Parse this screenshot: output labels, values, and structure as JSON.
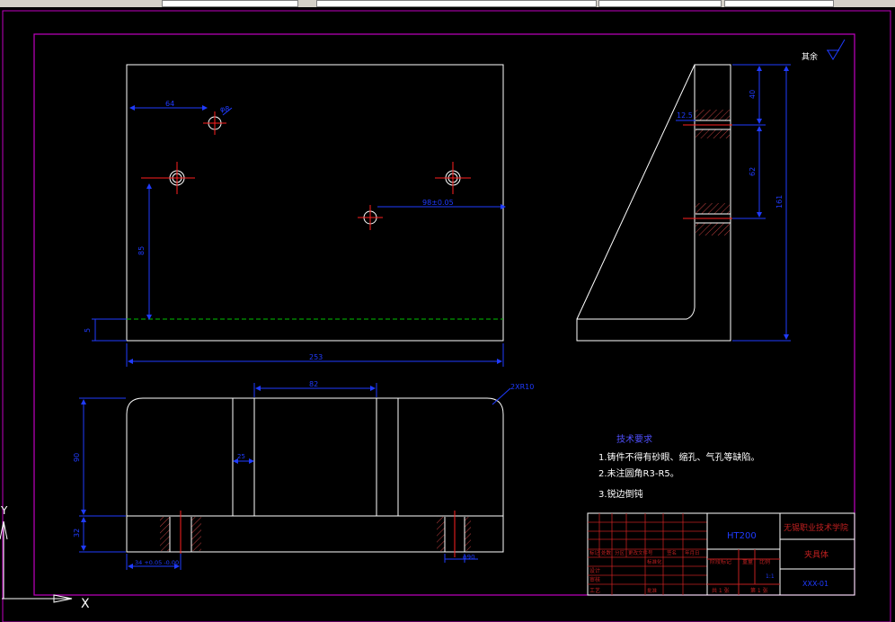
{
  "colors": {
    "background": "#000000",
    "frame": "#c000c0",
    "outline": "#ffffff",
    "dimension": "#1f3bff",
    "centerline": "#ff2020",
    "hatch": "#c04040",
    "datum": "#00c000",
    "tech_title": "#5050ff"
  },
  "surface_mark": "其余",
  "dimensions": {
    "front_top_left": "64",
    "front_hole_diam": "φ8",
    "front_right": "98±0.05",
    "front_height": "85",
    "front_small": "5",
    "front_width": "253",
    "side_upper": "40",
    "side_middle": "62",
    "side_overall": "161",
    "side_thread": "12.5",
    "bottom_span": "82",
    "bottom_chamfer": "2XR10",
    "bottom_height": "90",
    "bottom_base": "32",
    "bottom_slot": "25",
    "bottom_left_tol": "34 +0.05 -0.00",
    "bottom_right": "φ90"
  },
  "tech": {
    "title": "技术要求",
    "items": [
      "1.铸件不得有砂眼、缩孔、气孔等缺陷。",
      "2.未注圆角R3-R5。",
      "3.锐边倒钝"
    ]
  },
  "titleblock": {
    "material": "HT200",
    "school": "无锡职业技术学院",
    "part_name": "夹具体",
    "drawing_no": "XXX-01",
    "row_labels": [
      "标记",
      "处数",
      "分区",
      "更改文件号",
      "签名",
      "年月日"
    ],
    "left_labels": [
      "设计",
      "审核",
      "工艺"
    ],
    "std_label": "标准化",
    "approve_label": "批准",
    "stage_labels": [
      "阶段标记",
      "重量",
      "比例"
    ],
    "scale": "1:1",
    "sheet_labels": [
      "共 1 张",
      "第 1 张"
    ]
  },
  "ucs": {
    "x_label": "X",
    "y_label": "Y"
  }
}
